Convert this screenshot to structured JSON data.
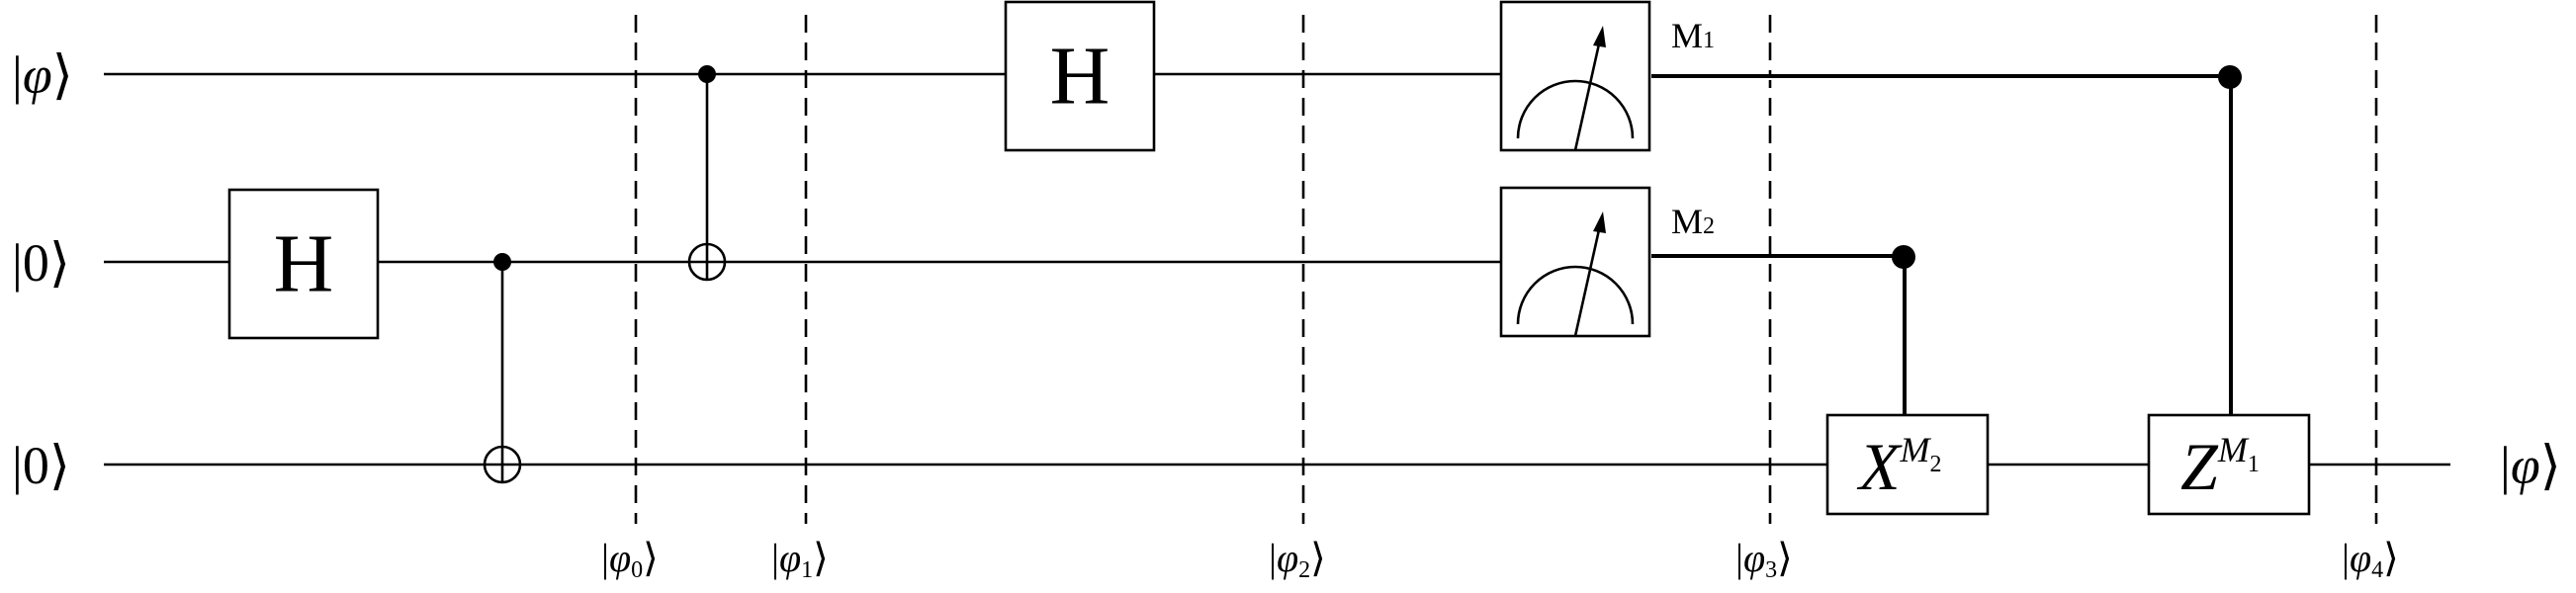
{
  "circuit": {
    "inputs": [
      {
        "open": "|",
        "symbol": "φ",
        "close": "⟩"
      },
      {
        "open": "|",
        "symbol": "0",
        "close": "⟩"
      },
      {
        "open": "|",
        "symbol": "0",
        "close": "⟩"
      }
    ],
    "output": {
      "open": "|",
      "symbol": "φ",
      "close": "⟩"
    },
    "gates": {
      "h_q1": "H",
      "h_q0": "H",
      "x_base": "X",
      "x_exp": "M",
      "x_exp_sub": "2",
      "z_base": "Z",
      "z_exp": "M",
      "z_exp_sub": "1"
    },
    "measurements": {
      "m1_label": "M",
      "m1_sub": "1",
      "m2_label": "M",
      "m2_sub": "2"
    },
    "states": [
      {
        "open": "|",
        "symbol": "φ",
        "sub": "0",
        "close": "⟩"
      },
      {
        "open": "|",
        "symbol": "φ",
        "sub": "1",
        "close": "⟩"
      },
      {
        "open": "|",
        "symbol": "φ",
        "sub": "2",
        "close": "⟩"
      },
      {
        "open": "|",
        "symbol": "φ",
        "sub": "3",
        "close": "⟩"
      },
      {
        "open": "|",
        "symbol": "φ",
        "sub": "4",
        "close": "⟩"
      }
    ]
  }
}
